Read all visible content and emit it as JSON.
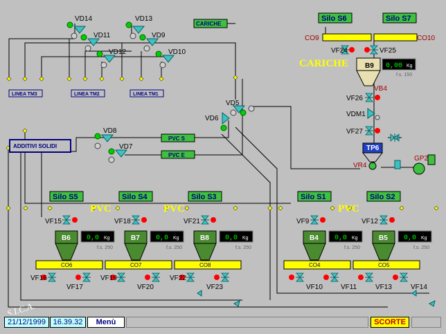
{
  "header": {
    "charges_label": "CARICHE",
    "solid_additives_label": "ADDITIVI SOLIDI"
  },
  "upper_area": {
    "valves": [
      "VD14",
      "VD13",
      "VD11",
      "VD9",
      "VD12",
      "VD10"
    ],
    "lines": [
      "LINEA TM3",
      "LINEA TM2",
      "LINEA TM1"
    ],
    "mid_valves": [
      "VD5",
      "VD6",
      "VD8",
      "VD7"
    ],
    "pvc_lines": [
      "PVC S",
      "PVC E"
    ]
  },
  "charges_area": {
    "title": "CARICHE",
    "silos": [
      "Silo S6",
      "Silo S7"
    ],
    "conveyors": [
      "CO9",
      "CO10"
    ],
    "valves": [
      "VF24",
      "VF25",
      "VF26",
      "VDM1",
      "VF27",
      "VR4",
      "VB4"
    ],
    "tank": {
      "name": "B9",
      "value": "0,00",
      "unit": "Kg",
      "fs": "f.s. 150"
    },
    "hopper": "TP6",
    "pump": "GP2"
  },
  "pvc_left": {
    "title1": "PVC",
    "title2": "PVC",
    "silos": [
      "Silo S5",
      "Silo S4",
      "Silo S3"
    ],
    "tanks": [
      {
        "name": "B6",
        "value": "0,0",
        "unit": "Kg",
        "fs": "f.s. 250",
        "belt": "CO6"
      },
      {
        "name": "B7",
        "value": "0,0",
        "unit": "Kg",
        "fs": "f.s. 250",
        "belt": "CO7"
      },
      {
        "name": "B8",
        "value": "0,0",
        "unit": "Kg",
        "fs": "f.s. 250",
        "belt": "CO8"
      }
    ],
    "top_valves": [
      "VF15",
      "VF18",
      "VF21"
    ],
    "bottom_valves": [
      "VF16",
      "VF17",
      "VF19",
      "VF20",
      "VF22",
      "VF23"
    ]
  },
  "pvc_right": {
    "title": "PVC",
    "silos": [
      "Silo S1",
      "Silo S2"
    ],
    "tanks": [
      {
        "name": "B4",
        "value": "0,0",
        "unit": "Kg",
        "fs": "f.s. 250",
        "belt": "CO4"
      },
      {
        "name": "B5",
        "value": "0,0",
        "unit": "Kg",
        "fs": "f.s. 250",
        "belt": "CO5"
      }
    ],
    "top_valves": [
      "VF9",
      "VF12"
    ],
    "bottom_valves": [
      "VF10",
      "VF11",
      "VF13",
      "VF14"
    ]
  },
  "logo": "S.I.C.A.",
  "statusbar": {
    "date": "21/12/1999",
    "time": "16.39.32",
    "menu": "Menù",
    "scorte": "SCORTE"
  },
  "colors": {
    "background": "#c0c0c0",
    "pipe": "#000000",
    "tank": "#4a8a30",
    "valve_active": "#00c000",
    "valve_idle": "#ff0000",
    "display_bg": "#000000",
    "display_fg": "#00ff00",
    "accent_yellow": "#ffff00"
  }
}
